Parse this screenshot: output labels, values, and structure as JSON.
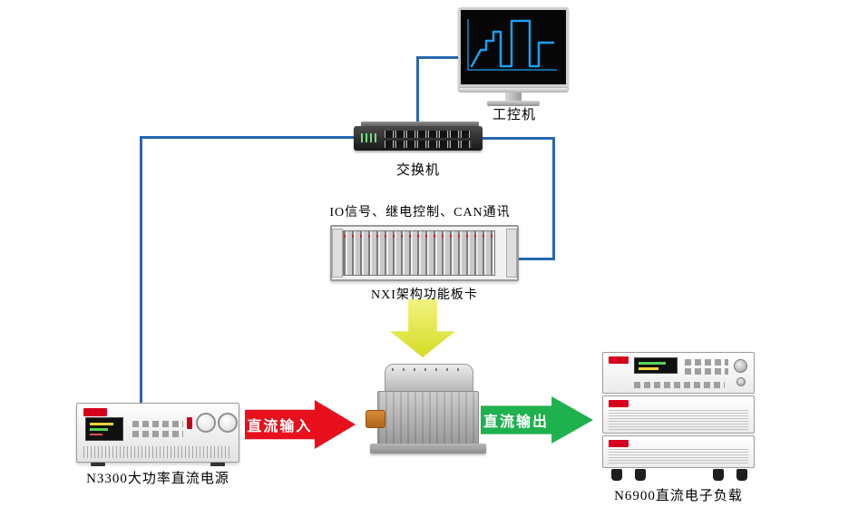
{
  "nodes": {
    "industrial_pc": {
      "label": "工控机"
    },
    "switch": {
      "label": "交换机"
    },
    "nxi_chassis": {
      "label": "NXI架构功能板卡",
      "caption": "IO信号、继电控制、CAN通讯"
    },
    "dc_source": {
      "label": "N3300大功率直流电源"
    },
    "dc_load": {
      "label": "N6900直流电子负载"
    }
  },
  "arrows": {
    "dc_input": {
      "label": "直流输入",
      "color": "#e8101c"
    },
    "dc_output": {
      "label": "直流输出",
      "color": "#1fb14e"
    },
    "control": {
      "color": "#d5dc25"
    }
  },
  "colors": {
    "connection_line": "#2767b0",
    "screen_trace": "#19a0f0",
    "brand_logo": "#d6001c"
  }
}
